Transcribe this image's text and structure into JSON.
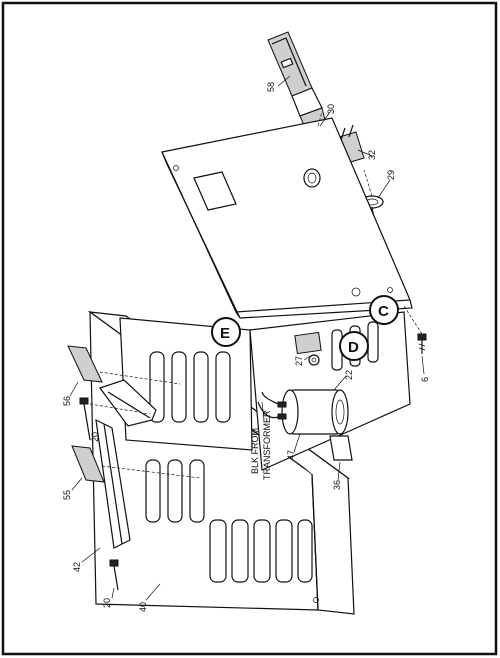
{
  "callouts": {
    "c58": "58",
    "c30": "30",
    "c32": "32",
    "c29": "29",
    "c27": "27",
    "c22": "22",
    "c6": "6",
    "c47": "47",
    "c36": "36",
    "c56": "56",
    "c20a": "20",
    "c55": "55",
    "c42": "42",
    "c20b": "20",
    "c40": "40"
  },
  "detail_labels": {
    "C": "C",
    "D": "D",
    "E": "E"
  },
  "annotation": {
    "line1": "BLK FROM",
    "line2": "TRANSFORMER"
  }
}
